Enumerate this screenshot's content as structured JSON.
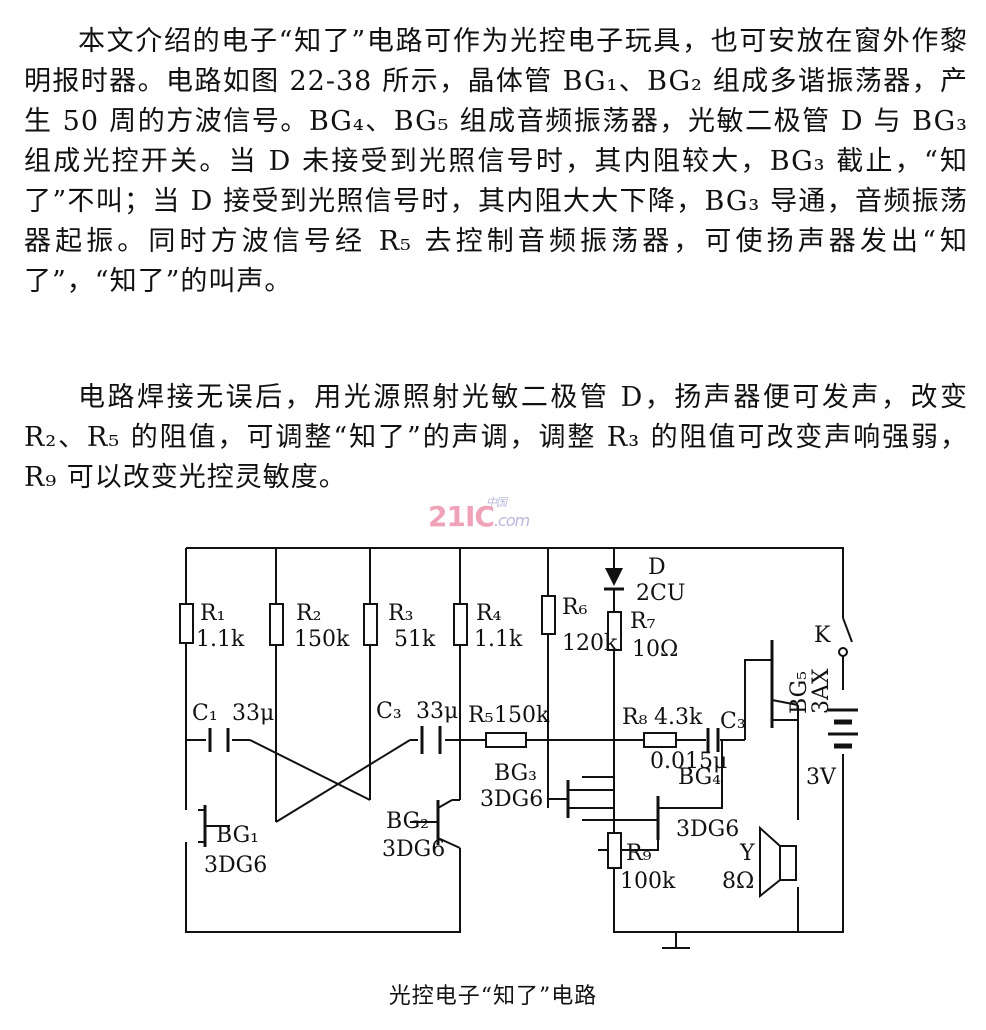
{
  "article": {
    "p1": "本文介绍的电子“知了”电路可作为光控电子玩具，也可安放在窗外作黎明报时器。电路如图 22-38 所示，晶体管 BG₁、BG₂ 组成多谐振荡器，产生 50 周的方波信号。BG₄、BG₅ 组成音频振荡器，光敏二极管 D 与 BG₃ 组成光控开关。当 D 未接受到光照信号时，其内阻较大，BG₃ 截止，“知了”不叫；当 D 接受到光照信号时，其内阻大大下降，BG₃ 导通，音频振荡器起振。同时方波信号经 R₅ 去控制音频振荡器，可使扬声器发出“知了”，“知了”的叫声。",
    "p2": "电路焊接无误后，用光源照射光敏二极管 D，扬声器便可发声，改变 R₂、R₅ 的阻值，可调整“知了”的声调，调整 R₃ 的阻值可改变声响强弱，R₉ 可以改变光控灵敏度。"
  },
  "watermark": {
    "brand": "21IC",
    "suffix": "中国",
    "domain": ".com"
  },
  "components": {
    "R1": {
      "name": "R₁",
      "value": "1.1k"
    },
    "R2": {
      "name": "R₂",
      "value": "150k"
    },
    "R3": {
      "name": "R₃",
      "value": "51k"
    },
    "R4": {
      "name": "R₄",
      "value": "1.1k"
    },
    "R5": {
      "name": "R₅",
      "value": "150k"
    },
    "R6": {
      "name": "R₆",
      "value": "120k"
    },
    "R7": {
      "name": "R₇",
      "value": "10Ω"
    },
    "R8": {
      "name": "R₈",
      "value": "4.3k"
    },
    "R9": {
      "name": "R₉",
      "value": "100k"
    },
    "C1": {
      "name": "C₁",
      "value": "33μ"
    },
    "C2": {
      "name": "C₃",
      "value": "33μ"
    },
    "C3": {
      "name": "C₃",
      "value": "0.015μ"
    },
    "D": {
      "name": "D",
      "value": "2CU"
    },
    "BG1": {
      "name": "BG₁",
      "value": "3DG6"
    },
    "BG2": {
      "name": "BG₂",
      "value": "3DG6"
    },
    "BG3": {
      "name": "BG₃",
      "value": "3DG6"
    },
    "BG4": {
      "name": "BG₄",
      "value": "3DG6"
    },
    "BG5": {
      "name": "BG₅",
      "value": "3AX"
    },
    "K": {
      "name": "K"
    },
    "Y": {
      "name": "Y",
      "value": "8Ω"
    },
    "battery": {
      "value": "3V"
    }
  },
  "caption": "光控电子“知了”电路"
}
